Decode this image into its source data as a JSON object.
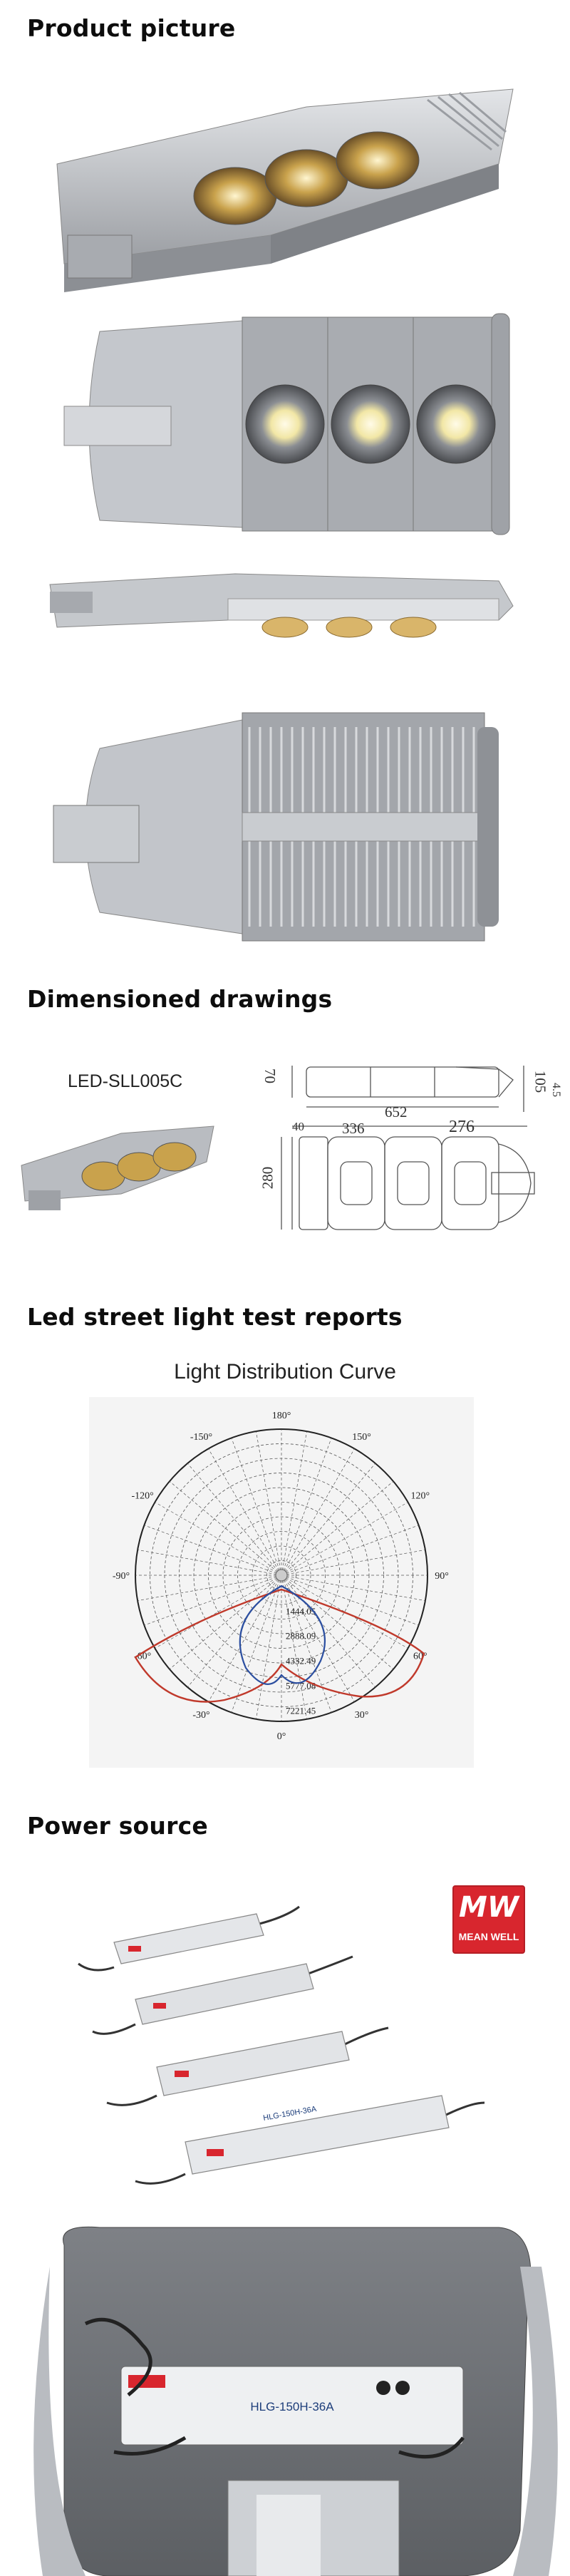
{
  "sections": {
    "product_picture": "Product picture",
    "dimensioned_drawings": "Dimensioned drawings",
    "test_reports": "Led street light test reports",
    "power_source": "Power source"
  },
  "drawing": {
    "model": "LED-SLL005C",
    "dim_height_side": "70",
    "dim_total_length": "652",
    "dim_end_height": "105",
    "dim_end_small": "4.5",
    "dim_flange": "40",
    "dim_module": "336",
    "dim_head": "276",
    "dim_width": "280"
  },
  "chart_data": {
    "type": "polar",
    "title": "Light Distribution Curve",
    "angle_labels": [
      "180°",
      "-150°",
      "150°",
      "-120°",
      "120°",
      "-90°",
      "90°",
      "-60°",
      "60°",
      "-30°",
      "30°",
      "0°"
    ],
    "radial_labels": [
      "1444.05",
      "2888.09",
      "4332.49",
      "5777.08",
      "7221.45"
    ],
    "series": [
      {
        "color": "#c0392b",
        "values": []
      },
      {
        "color": "#2c4fa0",
        "values": []
      }
    ]
  },
  "power": {
    "brand_mark": "MW",
    "brand_name": "MEAN WELL",
    "psu_model": "HLG-150H-36A"
  },
  "colors": {
    "accent_red": "#d8262e",
    "housing_grey": "#b9bcc1"
  }
}
